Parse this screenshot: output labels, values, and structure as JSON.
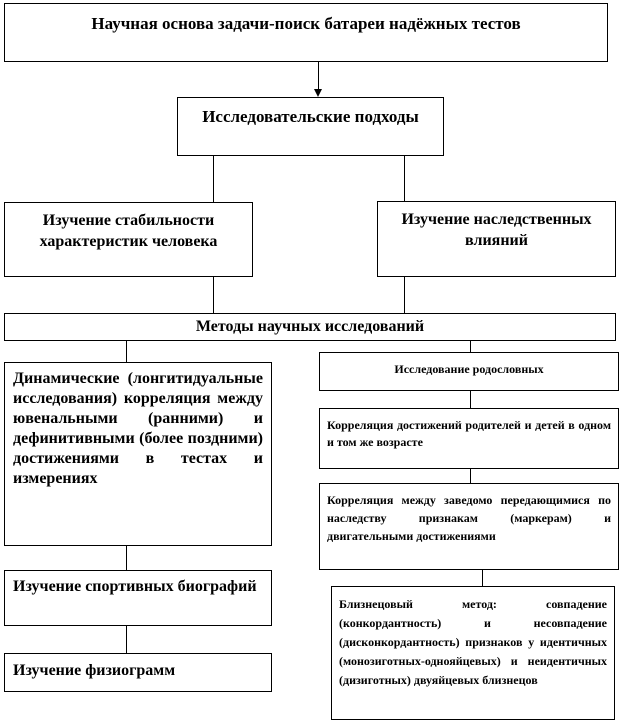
{
  "top_box": "Научная основа задачи-поиск батареи надёжных тестов",
  "approaches_box": "Исследовательские подходы",
  "stability_box": "Изучение стабильности характеристик человека",
  "heredity_box": "Изучение наследственных влияний",
  "methods_box": "Методы научных исследований",
  "dynamic_box": "Динамические (лонгитидуальные исследования) корреляция между ювенальными (ранними) и дефинитивными (более поздними) достижениями в тестах и измерениях",
  "sports_bio_box": "Изучение спортивных биографий",
  "physiograms_box": "Изучение физиограмм",
  "pedigree_box": "Исследование родословных",
  "parents_box": "Корреляция достижений родителей и детей в одном и том же возрасте",
  "markers_box": "Корреляция между заведомо передающимися по наследству признакам (маркерам) и двигательными достижениями",
  "twins_box": "Близнецовый метод: совпадение (конкордантность) и несовпадение (дисконкордантность) признаков у идентичных (монозиготных-однояйцевых) и неидентичных (дизиготных) двуяйцевых близнецов"
}
